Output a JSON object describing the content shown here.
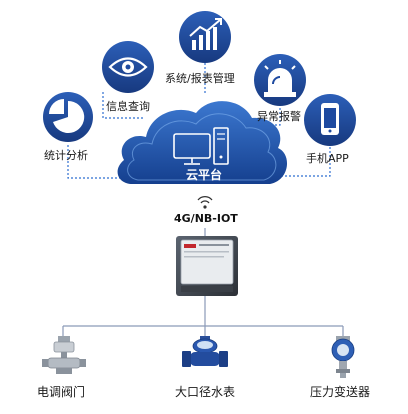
{
  "platform": {
    "label": "云平台"
  },
  "protocol": {
    "label": "4G/NB-IOT"
  },
  "modules": [
    {
      "label": "统计分析",
      "icon": "pie-chart-icon"
    },
    {
      "label": "信息查询",
      "icon": "eye-icon"
    },
    {
      "label": "系统/报表管理",
      "icon": "bar-chart-trend-icon"
    },
    {
      "label": "异常报警",
      "icon": "alarm-light-icon"
    },
    {
      "label": "手机APP",
      "icon": "smartphone-icon"
    }
  ],
  "devices": [
    {
      "label": "电调阀门",
      "icon": "electric-valve-icon"
    },
    {
      "label": "大口径水表",
      "icon": "water-meter-icon"
    },
    {
      "label": "压力变送器",
      "icon": "pressure-transmitter-icon"
    }
  ],
  "colors": {
    "icon_circle": "#1e4aa0",
    "cloud": "#1c4fa5",
    "dotted_line": "#2f6fd0",
    "connector": "#8a9ab8"
  }
}
